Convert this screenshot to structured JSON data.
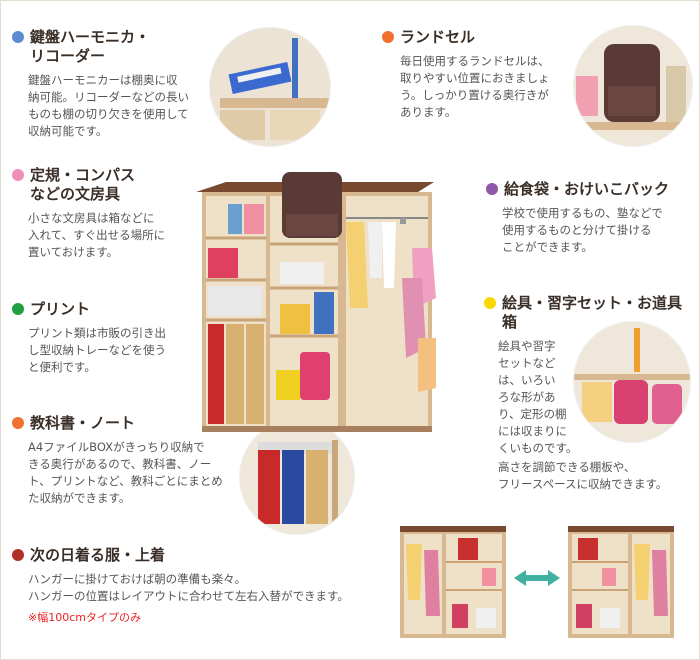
{
  "colors": {
    "blue": "#5b8bd0",
    "orange": "#f07030",
    "pink": "#f090b8",
    "green": "#20a040",
    "purple": "#9058a8",
    "yellow": "#f8d800",
    "darkred": "#b03028",
    "wood": "#d8b890",
    "red_note": "#e22222"
  },
  "sections": {
    "harmonica": {
      "title1": "鍵盤ハーモニカ・",
      "title2": "リコーダー",
      "lines": [
        "鍵盤ハーモニカーは棚奥に収",
        "納可能。リコーダーなどの長い",
        "ものも棚の切り欠きを使用して",
        "収納可能です。"
      ]
    },
    "stationery": {
      "title1": "定規・コンパス",
      "title2": "などの文房具",
      "lines": [
        "小さな文房具は箱などに",
        "入れて、すぐ出せる場所に",
        "置いておけます。"
      ]
    },
    "print": {
      "title1": "プリント",
      "lines": [
        "プリント類は市販の引き出",
        "し型収納トレーなどを使う",
        "と便利です。"
      ]
    },
    "textbook": {
      "title1": "教科書・ノート",
      "lines": [
        "A4ファイルBOXがきっちり収納で",
        "きる奥行があるので、教科書、ノー",
        "ト、プリントなど、教科ごとにまとめ",
        "た収納ができます。"
      ]
    },
    "clothes": {
      "title1": "次の日着る服・上着",
      "lines": [
        "ハンガーに掛けておけば朝の準備も楽々。",
        "ハンガーの位置はレイアウトに合わせて左右入替ができます。"
      ],
      "note": "※幅100cmタイプのみ"
    },
    "randoseru": {
      "title1": "ランドセル",
      "lines": [
        "毎日使用するランドセルは、",
        "取りやすい位置におきましょ",
        "う。しっかり置ける奥行きが",
        "あります。"
      ]
    },
    "bags": {
      "title1": "給食袋・おけいこバック",
      "lines": [
        "学校で使用するもの、塾などで",
        "使用するものと分けて掛ける",
        "ことができます。"
      ]
    },
    "tools": {
      "title1": "絵具・習字セット・お道具箱",
      "lines_narrow": [
        "絵具や習字",
        "セットなど",
        "は、いろい",
        "ろな形があ",
        "り、定形の棚",
        "には収まりに",
        "くいものです。"
      ],
      "lines_wide": [
        "高さを調節できる棚板や、",
        "フリースペースに収納できます。"
      ]
    }
  },
  "icons": {
    "swap": "double-arrow-icon"
  }
}
